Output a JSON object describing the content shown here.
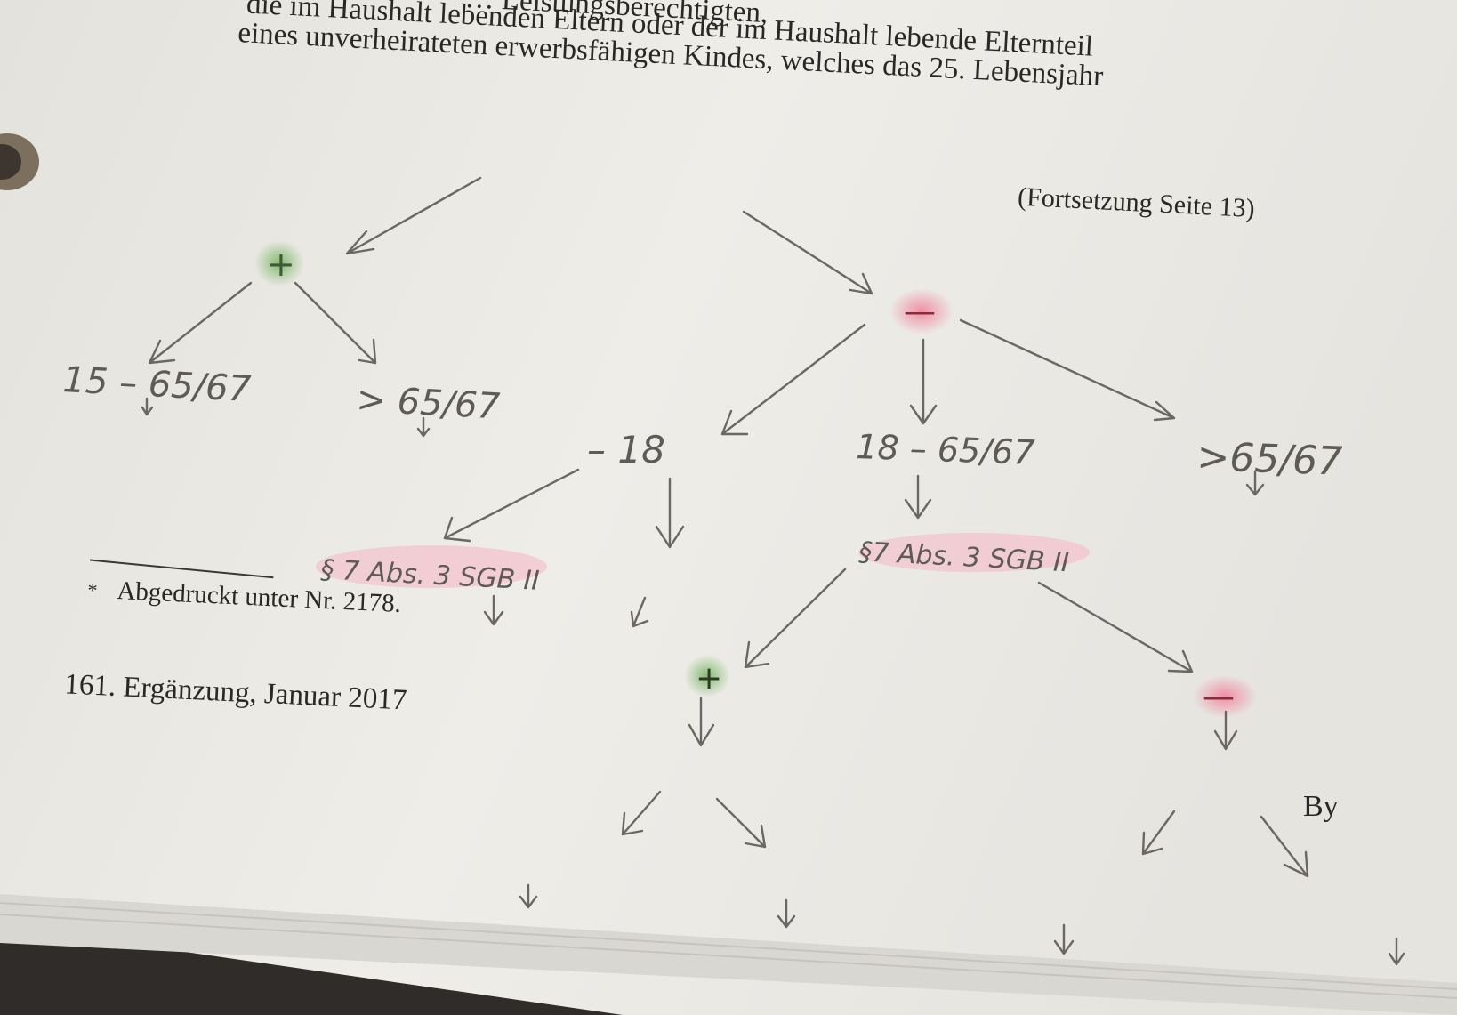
{
  "printed": {
    "line_0": "… Leistungsberechtigten,",
    "line_1": "die im Haushalt lebenden Eltern oder der im Haushalt lebende Elternteil",
    "line_2": "eines unverheirateten erwerbsfähigen Kindes, welches das 25. Lebensjahr",
    "continuation": "(Fortsetzung Seite 13)",
    "footnote": "Abgedruckt unter Nr. 2178.",
    "footnote_marker": "*",
    "edition": "161. Ergänzung, Januar 2017"
  },
  "handwriting": {
    "plus_sign": "+",
    "minus_sign": "—",
    "age_15_65": "15 – 65/67",
    "age_over_65_left": "> 65/67",
    "age_under_18": "– 18",
    "age_18_65": "18 – 65/67",
    "age_over_65_right": ">65/67",
    "law_ref_left": "§ 7 Abs. 3 SGB II",
    "law_ref_right": "§7 Abs. 3 SGB II",
    "signature": "By"
  },
  "colors": {
    "paper": "#ecebe6",
    "paper_edge": "#d9d7d1",
    "plus_highlight": "#7fb86a",
    "minus_highlight": "#f2a0ae",
    "ref_highlight": "#f4c2cc",
    "background": "#2f2c2a"
  }
}
